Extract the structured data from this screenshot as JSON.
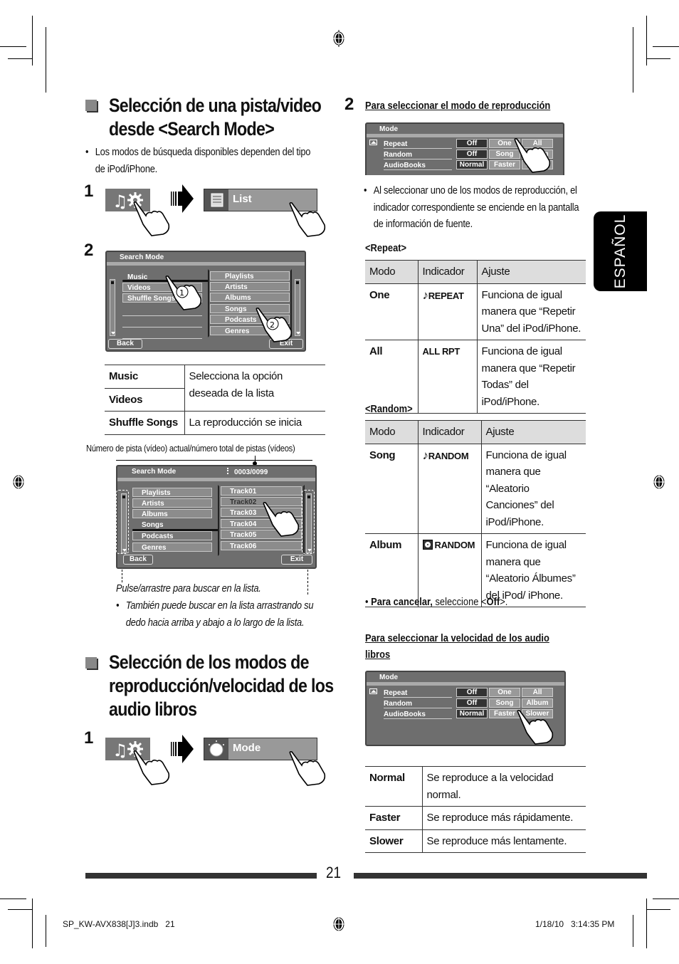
{
  "section1": {
    "title_line1": "Selección de una pista/video",
    "title_line2": "desde <Search Mode>",
    "bullet": "Los modos de búsqueda disponibles dependen del tipo de iPod/iPhone.",
    "step1": {
      "num": "1",
      "button_label": "List",
      "icons": [
        "music-settings-icon",
        "list-icon"
      ]
    },
    "step2": {
      "num": "2",
      "screen": {
        "title": "Search Mode",
        "left_items": [
          "Music",
          "Videos",
          "Shuffle Songs",
          "",
          "",
          ""
        ],
        "right_items": [
          "Playlists",
          "Artists",
          "Albums",
          "Songs",
          "Podcasts",
          "Genres"
        ],
        "back": "Back",
        "exit": "Exit",
        "callouts": [
          "①",
          "②"
        ]
      }
    },
    "table": [
      {
        "key": "Music",
        "value": "Selecciona la opción deseada de la lista"
      },
      {
        "key": "Videos",
        "value": ""
      },
      {
        "key": "Shuffle Songs",
        "value": "La reproducción se inicia"
      }
    ],
    "track_caption": "Número de pista (vídeo) actual/número total de pistas (vídeos)",
    "screen2": {
      "title": "Search Mode",
      "counter": "0003/0099",
      "left_items": [
        "Playlists",
        "Artists",
        "Albums",
        "Songs",
        "Podcasts",
        "Genres"
      ],
      "right_items": [
        "Track01",
        "Track02",
        "Track03",
        "Track04",
        "Track05",
        "Track06"
      ],
      "back": "Back",
      "exit": "Exit"
    },
    "drag_caption": "Pulse/arrastre para buscar en la lista.",
    "drag_bullet": "También puede buscar en la lista arrastrando su dedo hacia arriba y abajo a lo largo de la lista."
  },
  "section2": {
    "title_line1": "Selección de los modos de",
    "title_line2": "reproducción/velocidad de los",
    "title_line3": "audio libros",
    "step1": {
      "num": "1",
      "button_label": "Mode"
    }
  },
  "right": {
    "step2_num": "2",
    "subheading1": "Para seleccionar el modo de reproducción",
    "mode_screen": {
      "title": "Mode",
      "rows": [
        {
          "label": "Repeat",
          "options": [
            "Off",
            "One",
            "All"
          ],
          "selected": 0
        },
        {
          "label": "Random",
          "options": [
            "Off",
            "Song",
            "Album"
          ],
          "selected": 0
        },
        {
          "label": "AudioBooks",
          "options": [
            "Normal",
            "Faster",
            "Slower"
          ],
          "selected": 0
        }
      ]
    },
    "bullet1": "Al seleccionar uno de los modos de reproducción, el indicador correspondiente se enciende en la pantalla de información de fuente.",
    "repeat_heading": "<Repeat>",
    "repeat_table": {
      "headers": [
        "Modo",
        "Indicador",
        "Ajuste"
      ],
      "rows": [
        {
          "mode": "One",
          "indicator": "REPEAT",
          "indicator_icon": "music-note-icon",
          "desc": "Funciona de igual manera que “Repetir Una” del iPod/iPhone."
        },
        {
          "mode": "All",
          "indicator": "ALL RPT",
          "indicator_icon": "",
          "desc": "Funciona de igual manera que “Repetir Todas” del iPod/iPhone."
        }
      ]
    },
    "random_heading": "<Random>",
    "random_table": {
      "headers": [
        "Modo",
        "Indicador",
        "Ajuste"
      ],
      "rows": [
        {
          "mode": "Song",
          "indicator": "RANDOM",
          "indicator_icon": "music-note-icon",
          "desc": "Funciona de igual manera que “Aleatorio Canciones” del iPod/iPhone."
        },
        {
          "mode": "Album",
          "indicator": "RANDOM",
          "indicator_icon": "disc-icon",
          "desc": "Funciona de igual manera que “Aleatorio Álbumes” del iPod/ iPhone."
        }
      ]
    },
    "cancel_bold": "Para cancelar,",
    "cancel_rest": " seleccione <",
    "cancel_off": "Off",
    "cancel_end": ">.",
    "subheading2": "Para seleccionar la velocidad de los audio libros",
    "speed_table": [
      {
        "key": "Normal",
        "value": "Se reproduce a la velocidad normal."
      },
      {
        "key": "Faster",
        "value": "Se reproduce más rápidamente."
      },
      {
        "key": "Slower",
        "value": "Se reproduce más lentamente."
      }
    ]
  },
  "language_tab": "ESPAÑOL",
  "page_number": "21",
  "footer": {
    "file": "SP_KW-AVX838[J]3.indb   21",
    "timestamp": "1/18/10   3:14:35 PM"
  }
}
